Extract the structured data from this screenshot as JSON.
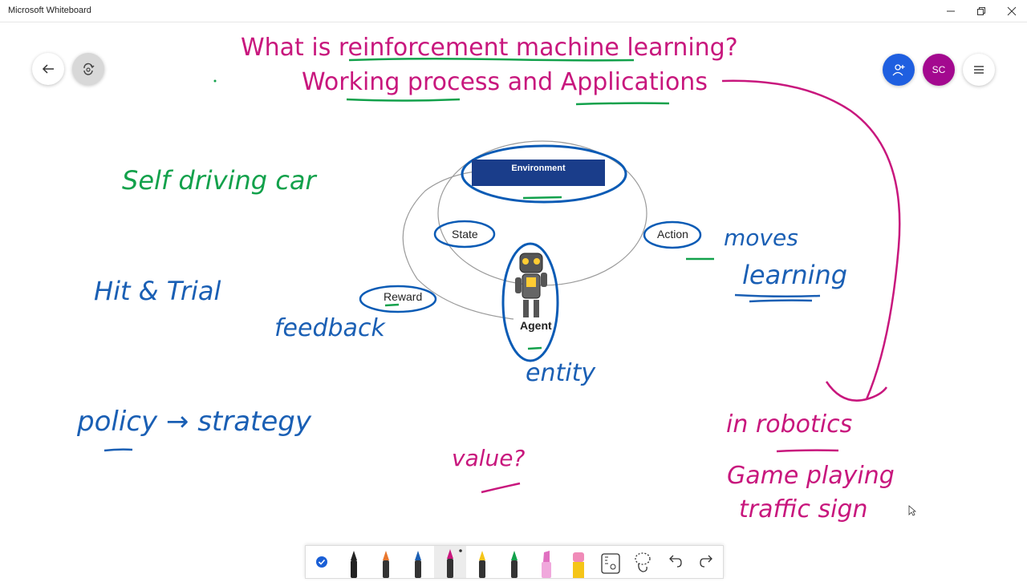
{
  "window": {
    "title": "Microsoft Whiteboard"
  },
  "header": {
    "back_icon": "back-arrow-icon",
    "sync_icon": "sync-icon",
    "invite_icon": "add-person-icon",
    "avatar_initials": "SC",
    "menu_icon": "hamburger-menu-icon"
  },
  "colors": {
    "magenta_ink": "#c8177d",
    "green_ink": "#12a14b",
    "blue_ink": "#1a5fb4",
    "invite_blue": "#1f5fe0",
    "avatar_purple": "#a3098f",
    "diagram_blue": "#0a5bb5",
    "env_fill": "#1a3d8a"
  },
  "board": {
    "title_line1": "What is reinforcement machine learning?",
    "title_line2": "Working process and Applications",
    "notes": {
      "self_driving": "Self driving car",
      "hit_trial": "Hit & Trial",
      "feedback": "feedback",
      "policy_strategy": "policy → strategy",
      "entity": "entity",
      "value": "value?",
      "moves": "moves",
      "learning": "learning",
      "robotics": "in robotics",
      "game_playing": "Game playing",
      "traffic_sign": "traffic sign"
    },
    "diagram": {
      "environment": "Environment",
      "state": "State",
      "action": "Action",
      "reward": "Reward",
      "agent": "Agent"
    }
  },
  "toolbar": {
    "tools": [
      {
        "name": "select-tool-icon",
        "active": false
      },
      {
        "name": "black-pen-icon",
        "active": false
      },
      {
        "name": "orange-pen-icon",
        "active": false
      },
      {
        "name": "blue-pen-icon",
        "active": false
      },
      {
        "name": "magenta-pen-icon",
        "active": true
      },
      {
        "name": "yellow-pen-icon",
        "active": false
      },
      {
        "name": "green-pen-icon",
        "active": false
      },
      {
        "name": "highlighter-icon",
        "active": false
      },
      {
        "name": "eraser-icon",
        "active": false
      },
      {
        "name": "ruler-icon",
        "active": false
      },
      {
        "name": "lasso-icon",
        "active": false
      },
      {
        "name": "undo-icon",
        "active": false
      },
      {
        "name": "redo-icon",
        "active": false
      }
    ]
  }
}
